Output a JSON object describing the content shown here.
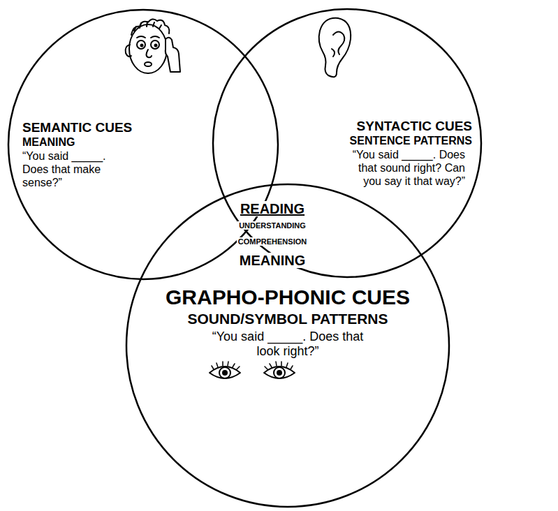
{
  "diagram": {
    "nodes": [
      {
        "text": [
          "SEMANTIC CUES",
          "MEANING",
          "“You said _____. Does that make sense?”"
        ]
      },
      {
        "text": [
          "SYNTACTIC CUES",
          "SENTENCE PATTERNS",
          "“You said _____. Does that sound right? Can you say it that way?”"
        ]
      },
      {
        "text": [
          "GRAPHO-PHONIC CUES",
          "SOUND/SYMBOL PATTERNS",
          "“You said _____. Does that look right?”"
        ]
      }
    ],
    "labels": [
      "READING",
      "UNDERSTANDING",
      "COMPREHENSION",
      "MEANING"
    ]
  }
}
